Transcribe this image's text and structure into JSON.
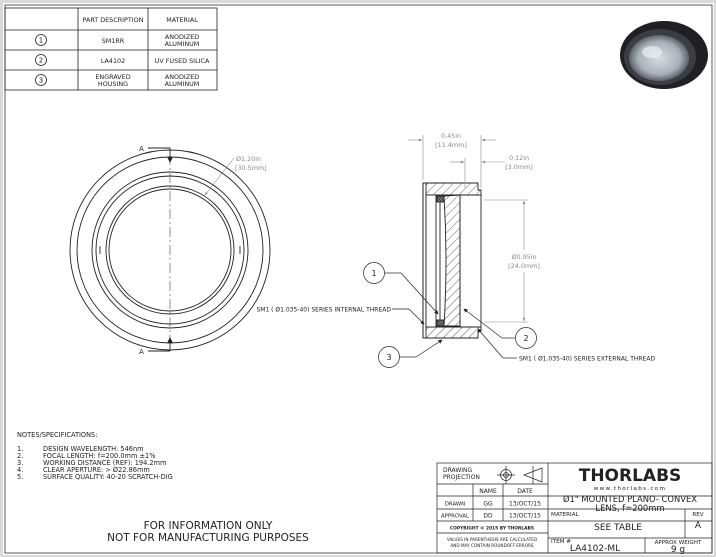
{
  "parts_table": {
    "headers": [
      "",
      "PART DESCRIPTION",
      "MATERIAL"
    ],
    "rows": [
      {
        "item": "1",
        "description": "SM1RR",
        "material": [
          "ANODIZED",
          "ALUMINUM"
        ]
      },
      {
        "item": "2",
        "description": "LA4102",
        "material": [
          "UV FUSED SILICA"
        ]
      },
      {
        "item": "3",
        "description": [
          "ENGRAVED",
          "HOUSING"
        ],
        "material": [
          "ANODIZED",
          "ALUMINUM"
        ]
      }
    ]
  },
  "front_view": {
    "section_label": "A",
    "dia_in": "Ø1.20in",
    "dia_mm": "[30.5mm]"
  },
  "side_view": {
    "width_in": "0.45in",
    "width_mm": "[11.4mm]",
    "thread_in": "0.12in",
    "thread_mm": "[3.0mm]",
    "aperture_in": "Ø0.95in",
    "aperture_mm": "[24.0mm]",
    "internal_thread": "SM1 ( Ø1.035-40) SERIES INTERNAL THREAD",
    "external_thread": "SM1 ( Ø1.035-40) SERIES EXTERNAL THREAD",
    "balloons": [
      "1",
      "2",
      "3"
    ]
  },
  "notes": {
    "title": "NOTES/SPECIFICATIONS:",
    "items": [
      {
        "n": "1.",
        "text": "DESIGN WAVELENGTH: 546nm"
      },
      {
        "n": "2.",
        "text": "FOCAL LENGTH: f=200.0mm ±1%"
      },
      {
        "n": "3.",
        "text": "WORKING DISTANCE (REF): 194.2mm"
      },
      {
        "n": "4.",
        "text": "CLEAR APERTURE: > Ø22.86mm"
      },
      {
        "n": "5.",
        "text": "SURFACE QUALITY: 40-20 SCRATCH-DIG"
      }
    ]
  },
  "disclaimer": [
    "FOR INFORMATION ONLY",
    "NOT FOR MANUFACTURING PURPOSES"
  ],
  "title_block": {
    "drawing_projection": [
      "DRAWING",
      "PROJECTION"
    ],
    "name_header": "NAME",
    "date_header": "DATE",
    "drawn_label": "DRAWN",
    "drawn_name": "GG",
    "drawn_date": "13/OCT/15",
    "approval_label": "APPROVAL",
    "approval_name": "DD",
    "approval_date": "13/OCT/15",
    "copyright": "COPYRIGHT © 2015 BY THORLABS",
    "values_note": [
      "VALUES IN PARENTHESIS ARE CALCULATED",
      "AND MAY CONTAIN ROUNDOFF ERRORS"
    ],
    "logo": "THORLABS",
    "website": "www.thorlabs.com",
    "title": [
      "Ø1\" MOUNTED PLANO- CONVEX",
      "LENS, f=200mm"
    ],
    "material_label": "MATERIAL",
    "material_value": "SEE TABLE",
    "rev_label": "REV",
    "rev_value": "A",
    "item_label": "ITEM #",
    "item_value": "LA4102-ML",
    "weight_label": "APPROX WEIGHT",
    "weight_value": "9 g"
  }
}
